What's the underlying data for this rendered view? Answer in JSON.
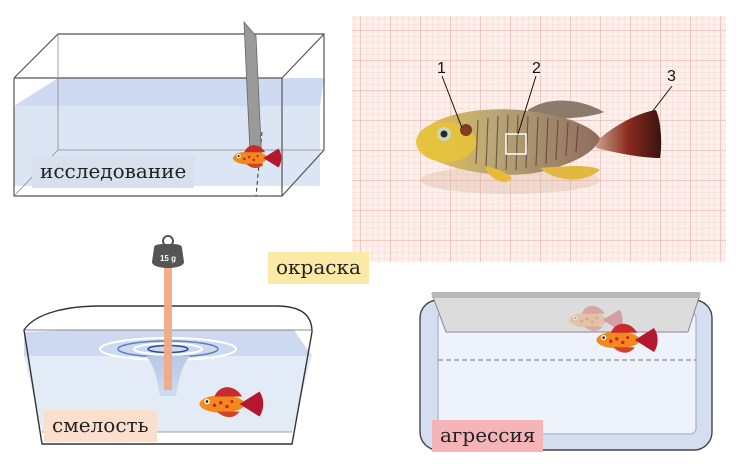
{
  "labels": {
    "exploration": "исследование",
    "coloration": "окраска",
    "boldness": "смелость",
    "aggression": "агрессия"
  },
  "weight_label": "15 g",
  "photo_markers": [
    "1",
    "2",
    "3"
  ],
  "colors": {
    "water": "#c9d7ee",
    "fish_body": "#f08a1e",
    "fish_tail": "#b5182e",
    "grid_line": "#f0b8b0",
    "label_exploration_bg": "#d7e0ec",
    "label_coloration_bg": "#fbe9a6",
    "label_boldness_bg": "#f9dfcc",
    "label_aggression_bg": "#f5b5b8"
  }
}
